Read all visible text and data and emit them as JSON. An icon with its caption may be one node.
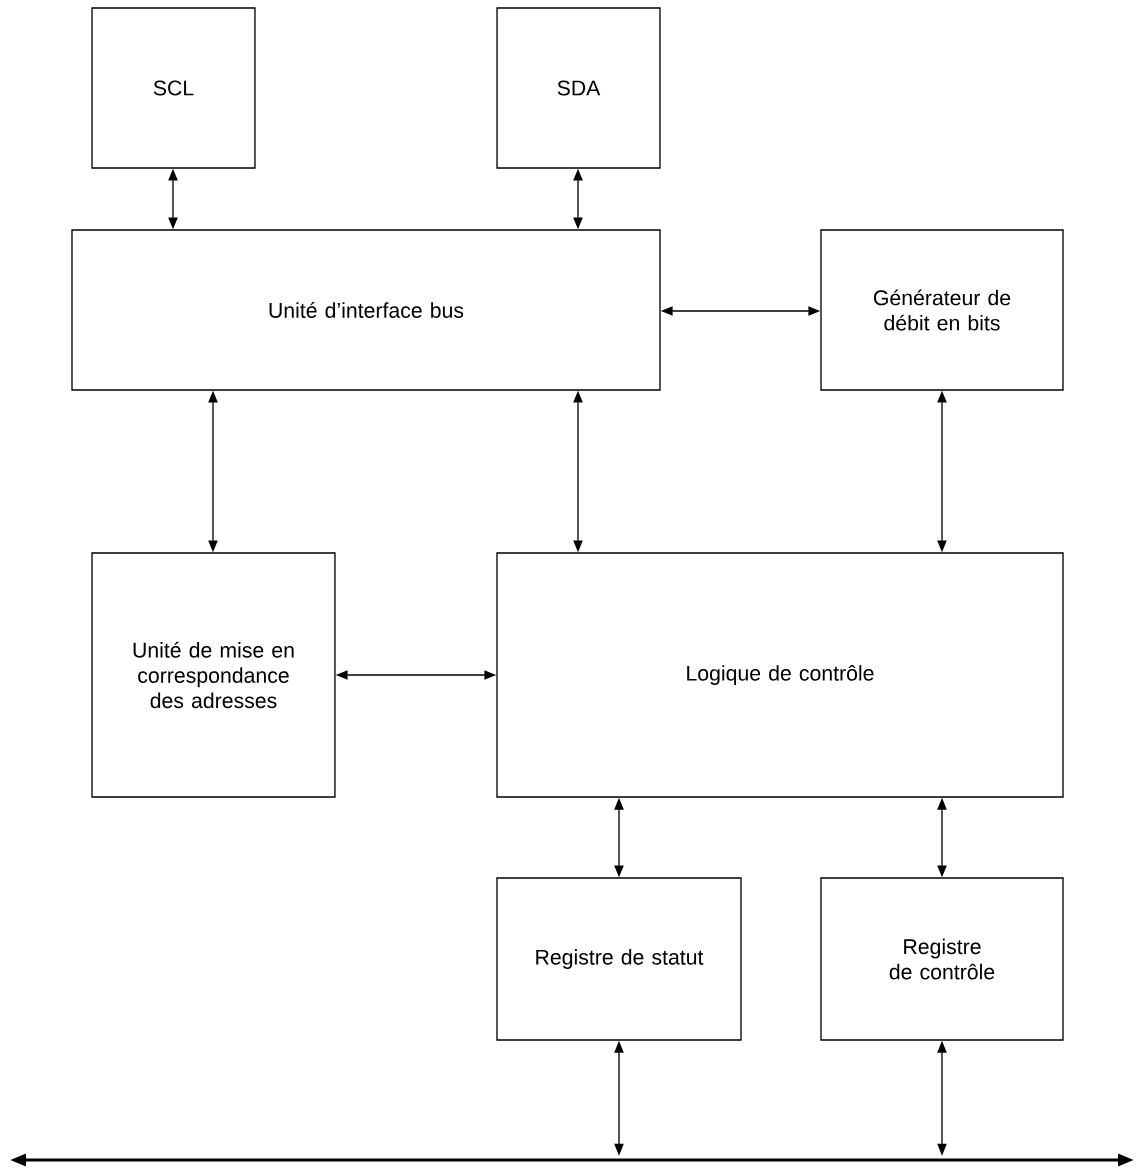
{
  "diagram": {
    "nodes": [
      {
        "text": [
          "SCL"
        ]
      },
      {
        "text": [
          "SDA"
        ]
      },
      {
        "text": [
          "Unité d’interface bus"
        ]
      },
      {
        "text": [
          "Générateur de débit en bits"
        ]
      },
      {
        "text": [
          "Unité de mise en correspondance des adresses"
        ]
      },
      {
        "text": [
          "Logique de contrôle"
        ]
      },
      {
        "text": [
          "Registre de statut"
        ]
      },
      {
        "text": [
          "Registre de contrôle"
        ]
      },
      {
        "text": [],
        "shape": "bar"
      }
    ],
    "edges": [
      {
        "from": 0,
        "to": 2,
        "arrow": "both"
      },
      {
        "from": 1,
        "to": 2,
        "arrow": "both"
      },
      {
        "from": 2,
        "to": 3,
        "arrow": "both"
      },
      {
        "from": 2,
        "to": 4,
        "arrow": "both"
      },
      {
        "from": 2,
        "to": 5,
        "arrow": "both"
      },
      {
        "from": 3,
        "to": 5,
        "arrow": "both"
      },
      {
        "from": 4,
        "to": 5,
        "arrow": "both"
      },
      {
        "from": 5,
        "to": 6,
        "arrow": "both"
      },
      {
        "from": 5,
        "to": 7,
        "arrow": "both"
      },
      {
        "from": 6,
        "to": 8,
        "arrow": "both"
      },
      {
        "from": 7,
        "to": 8,
        "arrow": "both"
      }
    ]
  }
}
